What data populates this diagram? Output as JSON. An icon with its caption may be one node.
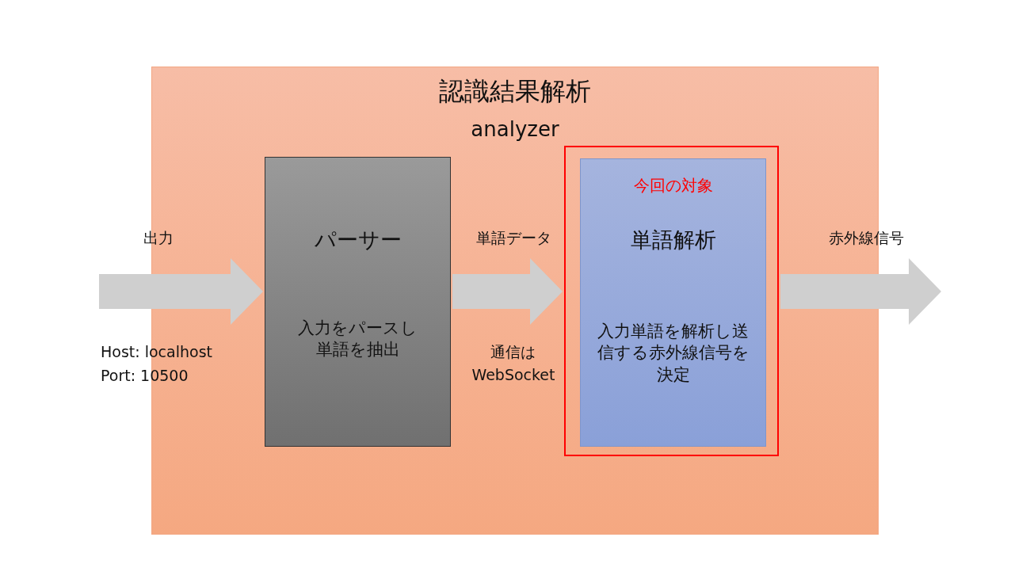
{
  "diagram": {
    "nodes": [
      {
        "text": [
          "認識結果解析",
          "analyzer"
        ]
      },
      {
        "text": [
          "パーサー",
          "入力をパースし単語を抽出"
        ],
        "in": 0
      },
      {
        "text": [],
        "shape": "box",
        "in": 0
      },
      {
        "text": [
          "今回の対象",
          "単語解析",
          "入力単語を解析し送信する赤外線信号を決定"
        ],
        "in": 2
      }
    ],
    "edges": [
      {
        "from": null,
        "to": 1,
        "arrow": "to",
        "label": "出力"
      },
      {
        "from": 1,
        "to": 2,
        "arrow": "to",
        "label": "単語データ"
      },
      {
        "from": 2,
        "to": null,
        "arrow": "to",
        "label": "赤外線信号"
      }
    ],
    "labels": [
      "Host: localhost",
      "Port: 10500",
      "通信はWebSocket"
    ]
  }
}
